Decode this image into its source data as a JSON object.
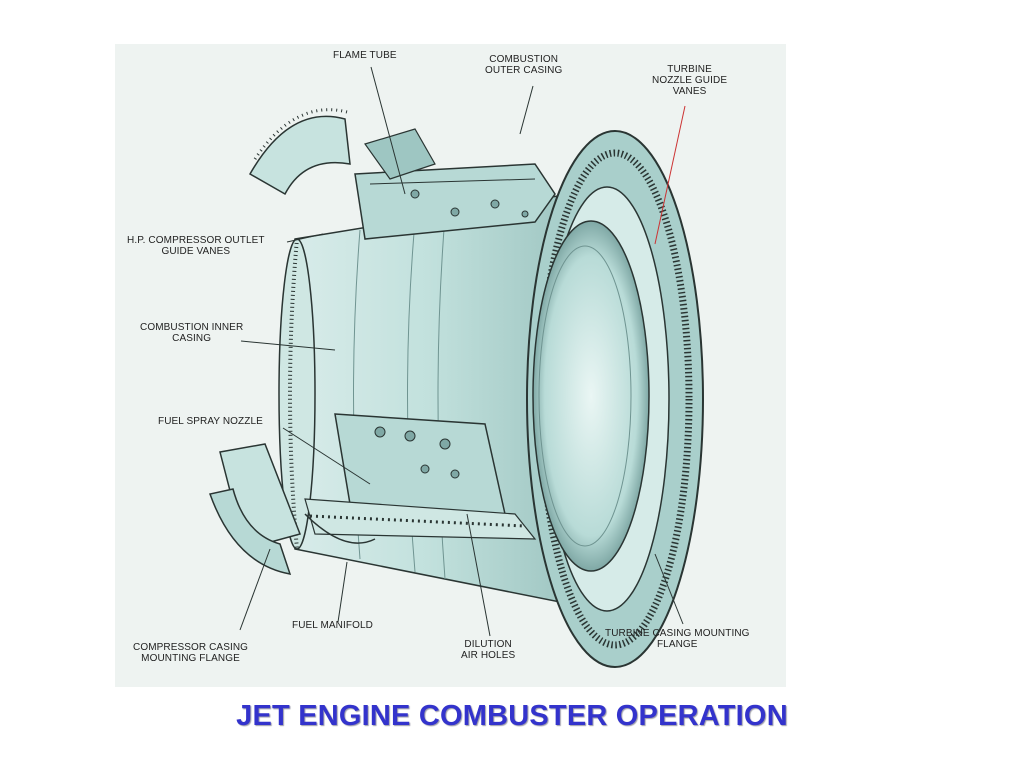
{
  "title": "JET ENGINE COMBUSTER OPERATION",
  "diagram": {
    "labels": {
      "flame_tube": "FLAME TUBE",
      "combustion_outer_casing": [
        "COMBUSTION",
        "OUTER CASING"
      ],
      "turbine_nozzle_guide_vanes": [
        "TURBINE",
        "NOZZLE GUIDE",
        "VANES"
      ],
      "hp_compressor_outlet_guide_vanes": [
        "H.P. COMPRESSOR OUTLET",
        "GUIDE VANES"
      ],
      "combustion_inner_casing": [
        "COMBUSTION INNER",
        "CASING"
      ],
      "fuel_spray_nozzle": "FUEL SPRAY NOZZLE",
      "compressor_casing_mounting_flange": [
        "COMPRESSOR CASING",
        "MOUNTING FLANGE"
      ],
      "fuel_manifold": "FUEL MANIFOLD",
      "dilution_air_holes": [
        "DILUTION",
        "AIR HOLES"
      ],
      "turbine_casing_mounting_flange": [
        "TURBINE CASING MOUNTING",
        "FLANGE"
      ]
    },
    "colors": {
      "metal": "#bfe0dc",
      "metal_dark": "#7fa8a5",
      "outline": "#2a3533",
      "leader_red": "#cc3333"
    }
  }
}
